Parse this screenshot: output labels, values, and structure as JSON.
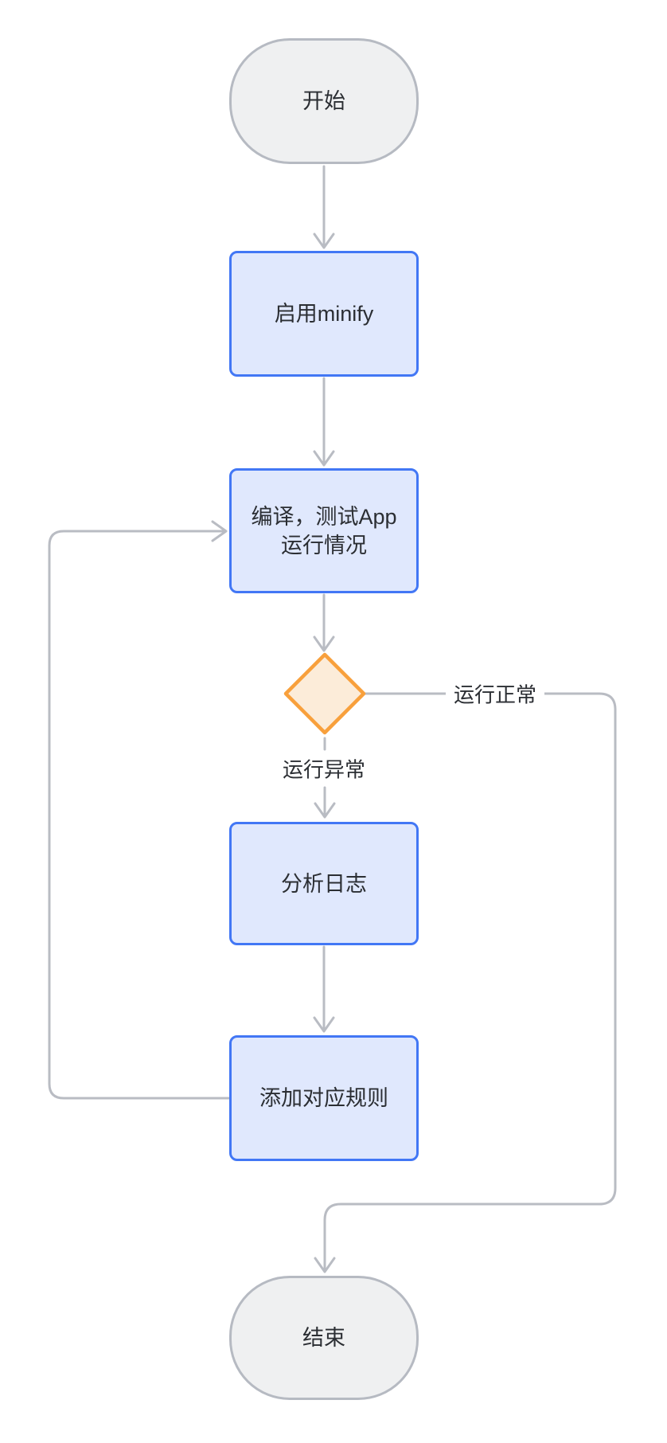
{
  "diagram": {
    "nodes": {
      "start": {
        "label": "开始",
        "shape": "terminal"
      },
      "enable_minify": {
        "label": "启用minify",
        "shape": "process"
      },
      "compile_test": {
        "label": "编译，测试App运行情况",
        "lines": [
          "编译，测试App",
          "运行情况"
        ],
        "shape": "process"
      },
      "decision": {
        "label": "",
        "shape": "decision"
      },
      "analyze_logs": {
        "label": "分析日志",
        "shape": "process"
      },
      "add_rules": {
        "label": "添加对应规则",
        "shape": "process"
      },
      "end": {
        "label": "结束",
        "shape": "terminal"
      }
    },
    "edges": {
      "normal_label": "运行正常",
      "abnormal_label": "运行异常"
    },
    "colors": {
      "process_border": "#4277f5",
      "process_fill": "#e0e8fd",
      "terminal_border": "#b6bac2",
      "terminal_fill": "#eff0f1",
      "decision_border": "#f8a03c",
      "decision_fill": "#fcecd9",
      "connector": "#b9bcc3",
      "text": "#2b2e33"
    }
  }
}
